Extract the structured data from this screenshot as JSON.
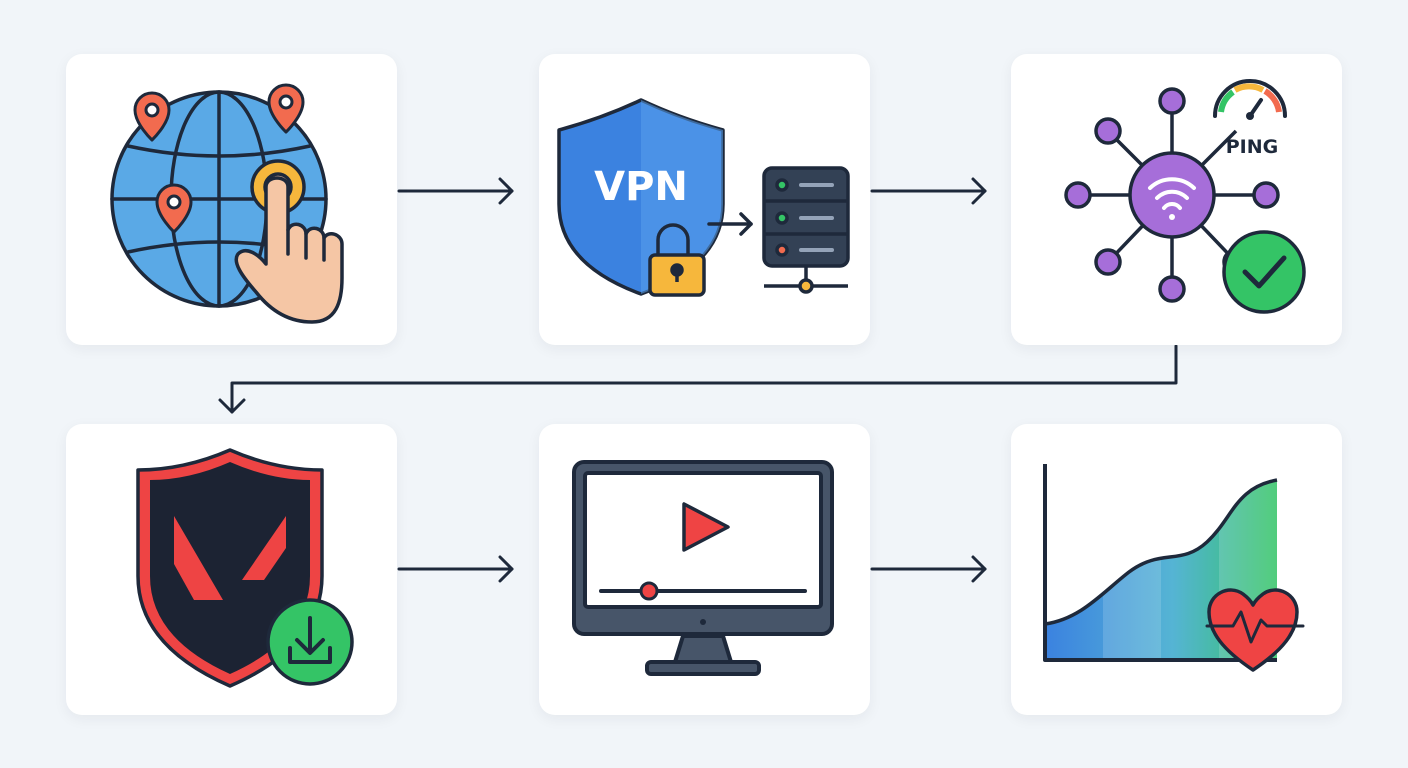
{
  "steps": [
    {
      "id": "select-server-location",
      "icon": "globe-with-location-pins-icon"
    },
    {
      "id": "connect-vpn",
      "icon": "vpn-shield-server-icon",
      "shield_text": "VPN"
    },
    {
      "id": "check-network-ping",
      "icon": "network-hub-ping-icon",
      "gauge_text": "PING"
    },
    {
      "id": "download-game",
      "icon": "game-shield-download-icon"
    },
    {
      "id": "stream-video",
      "icon": "monitor-play-icon"
    },
    {
      "id": "monitor-performance",
      "icon": "performance-chart-heart-icon"
    }
  ],
  "colors": {
    "outline": "#1e293b",
    "globe": "#5aa9e6",
    "pin": "#f26b4f",
    "hand": "#f5c6a5",
    "vpn_shield": "#3b82e0",
    "lock": "#f6b73c",
    "server": "#334155",
    "hub": "#a66ed9",
    "check": "#34c466",
    "game_shield": "#1c2333",
    "game_accent": "#ee4444",
    "play": "#ef4444",
    "chart_blue": "#3b82e0",
    "chart_green": "#34c466"
  }
}
